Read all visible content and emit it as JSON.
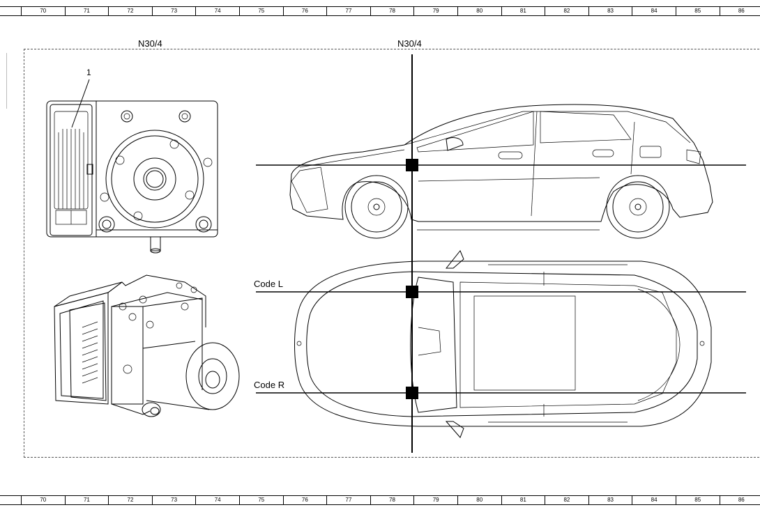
{
  "ruler": {
    "columns": [
      "70",
      "71",
      "72",
      "73",
      "74",
      "75",
      "76",
      "77",
      "78",
      "79",
      "80",
      "81",
      "82",
      "83",
      "84",
      "85",
      "86"
    ]
  },
  "labels": {
    "component_title_left": "N30/4",
    "component_title_right": "N30/4",
    "callout_1": "1",
    "code_l": "Code L",
    "code_r": "Code R"
  }
}
